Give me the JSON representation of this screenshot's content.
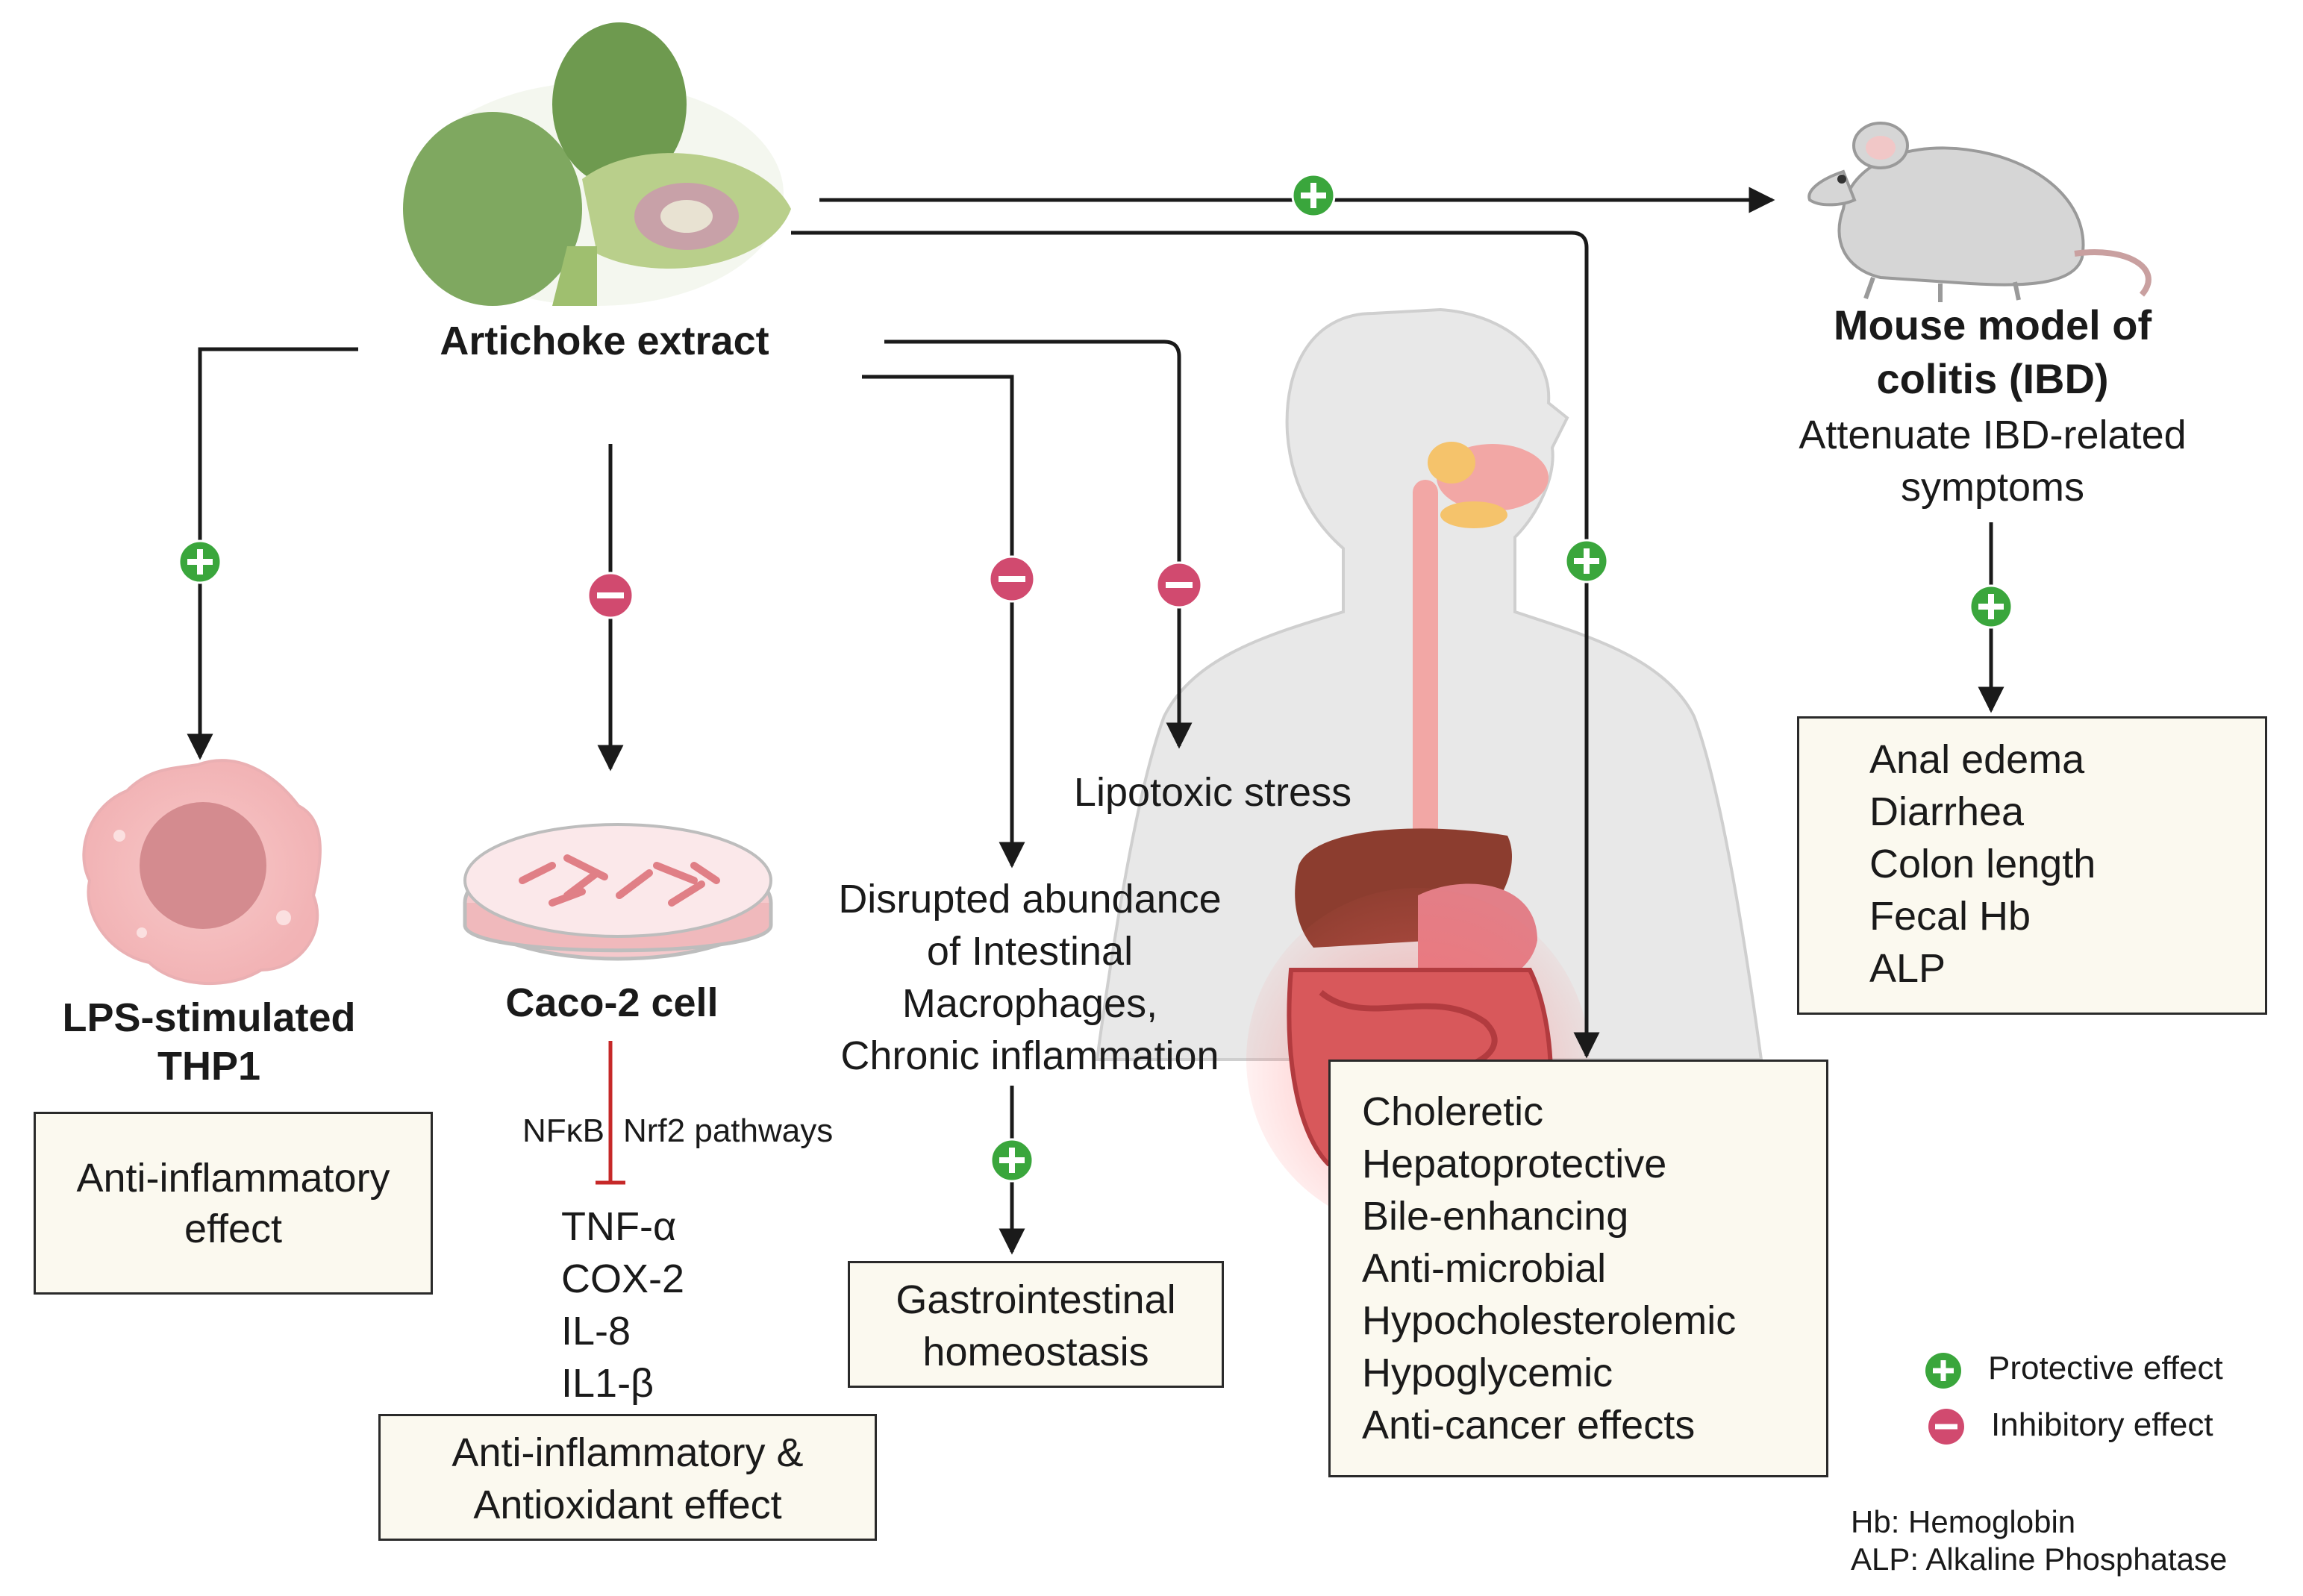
{
  "colors": {
    "protective": "#3aa63c",
    "inhibitory": "#d14a6f",
    "inhibit_line": "#c62828",
    "box_fill": "#fbf9ef",
    "arrow": "#1a1a1a"
  },
  "icons": {
    "source": "artichoke-image",
    "thp1": "macrophage-cell-icon",
    "caco2": "petri-dish-cells-icon",
    "mouse": "mouse-icon",
    "body": "human-digestive-system-icon"
  },
  "source": {
    "label": "Artichoke extract"
  },
  "thp1": {
    "title_line1": "LPS-stimulated",
    "title_line2": "THP1",
    "box_line1": "Anti-inflammatory",
    "box_line2": "effect"
  },
  "caco2": {
    "title": "Caco-2 cell",
    "pathway_left": "NFκB",
    "pathway_right": "Nrf2 pathways",
    "markers": [
      "TNF-α",
      "COX-2",
      "IL-8",
      "IL1-β"
    ],
    "box_line1": "Anti-inflammatory &",
    "box_line2": "Antioxidant effect"
  },
  "macrophage": {
    "line1": "Disrupted abundance",
    "line2": "of Intestinal",
    "line3": "Macrophages,",
    "line4": "Chronic inflammation",
    "box_line1": "Gastrointestinal",
    "box_line2": "homeostasis"
  },
  "lipotoxic": {
    "label": "Lipotoxic stress"
  },
  "liver_effects": {
    "items": [
      "Choleretic",
      "Hepatoprotective",
      "Bile-enhancing",
      "Anti-microbial",
      "Hypocholesterolemic",
      "Hypoglycemic",
      "Anti-cancer effects"
    ]
  },
  "mouse": {
    "title_line1": "Mouse model of",
    "title_line2": "colitis  (IBD)",
    "sub_line1": "Attenuate IBD-related",
    "sub_line2": "symptoms",
    "outcomes": [
      {
        "label": "Anal edema",
        "direction": "down"
      },
      {
        "label": "Diarrhea",
        "direction": "down"
      },
      {
        "label": "Colon length",
        "direction": "up"
      },
      {
        "label": "Fecal Hb",
        "direction": "down"
      },
      {
        "label": "ALP",
        "direction": "down"
      }
    ]
  },
  "legend": {
    "protective": "Protective effect",
    "inhibitory": "Inhibitory  effect"
  },
  "abbreviations": {
    "hb": "Hb: Hemoglobin",
    "alp": "ALP: Alkaline Phosphatase"
  }
}
